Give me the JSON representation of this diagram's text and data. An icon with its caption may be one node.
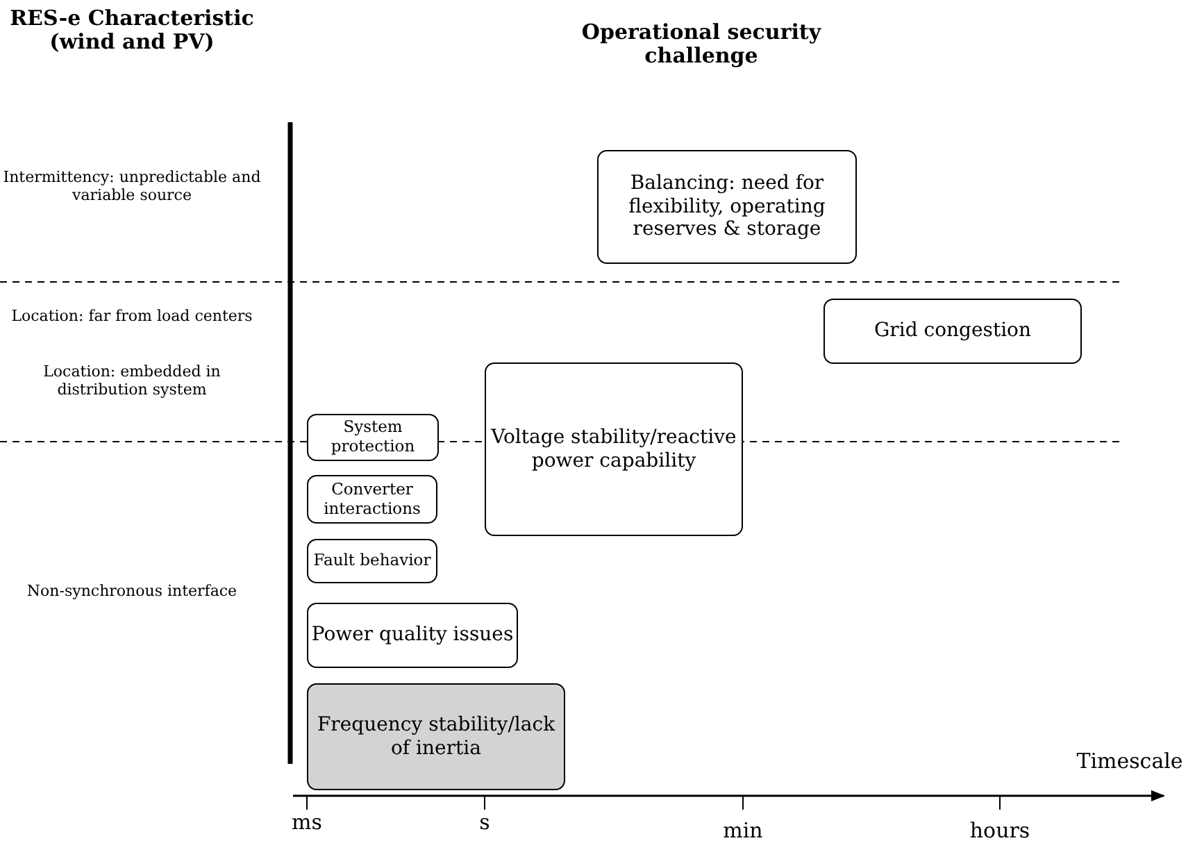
{
  "diagram": {
    "nodes": [
      {
        "text": [
          "Balancing: need for flexibility, operating reserves & storage"
        ]
      },
      {
        "text": [
          "Grid congestion"
        ]
      },
      {
        "text": [
          "System protection"
        ]
      },
      {
        "text": [
          "Voltage stability/reactive power capability"
        ]
      },
      {
        "text": [
          "Converter interactions"
        ]
      },
      {
        "text": [
          "Fault behavior"
        ]
      },
      {
        "text": [
          "Power quality issues"
        ]
      },
      {
        "text": [
          "Frequency stability/lack of inertia"
        ]
      }
    ],
    "edges": [],
    "labels": [
      "RES-e Characteristic (wind and PV)",
      "Operational security challenge",
      "Intermittency: unpredictable and variable source",
      "Location: far from load centers",
      "Location: embedded in distribution system",
      "Non-synchronous interface",
      "Timescale",
      "ms",
      "s",
      "min",
      "hours"
    ]
  }
}
